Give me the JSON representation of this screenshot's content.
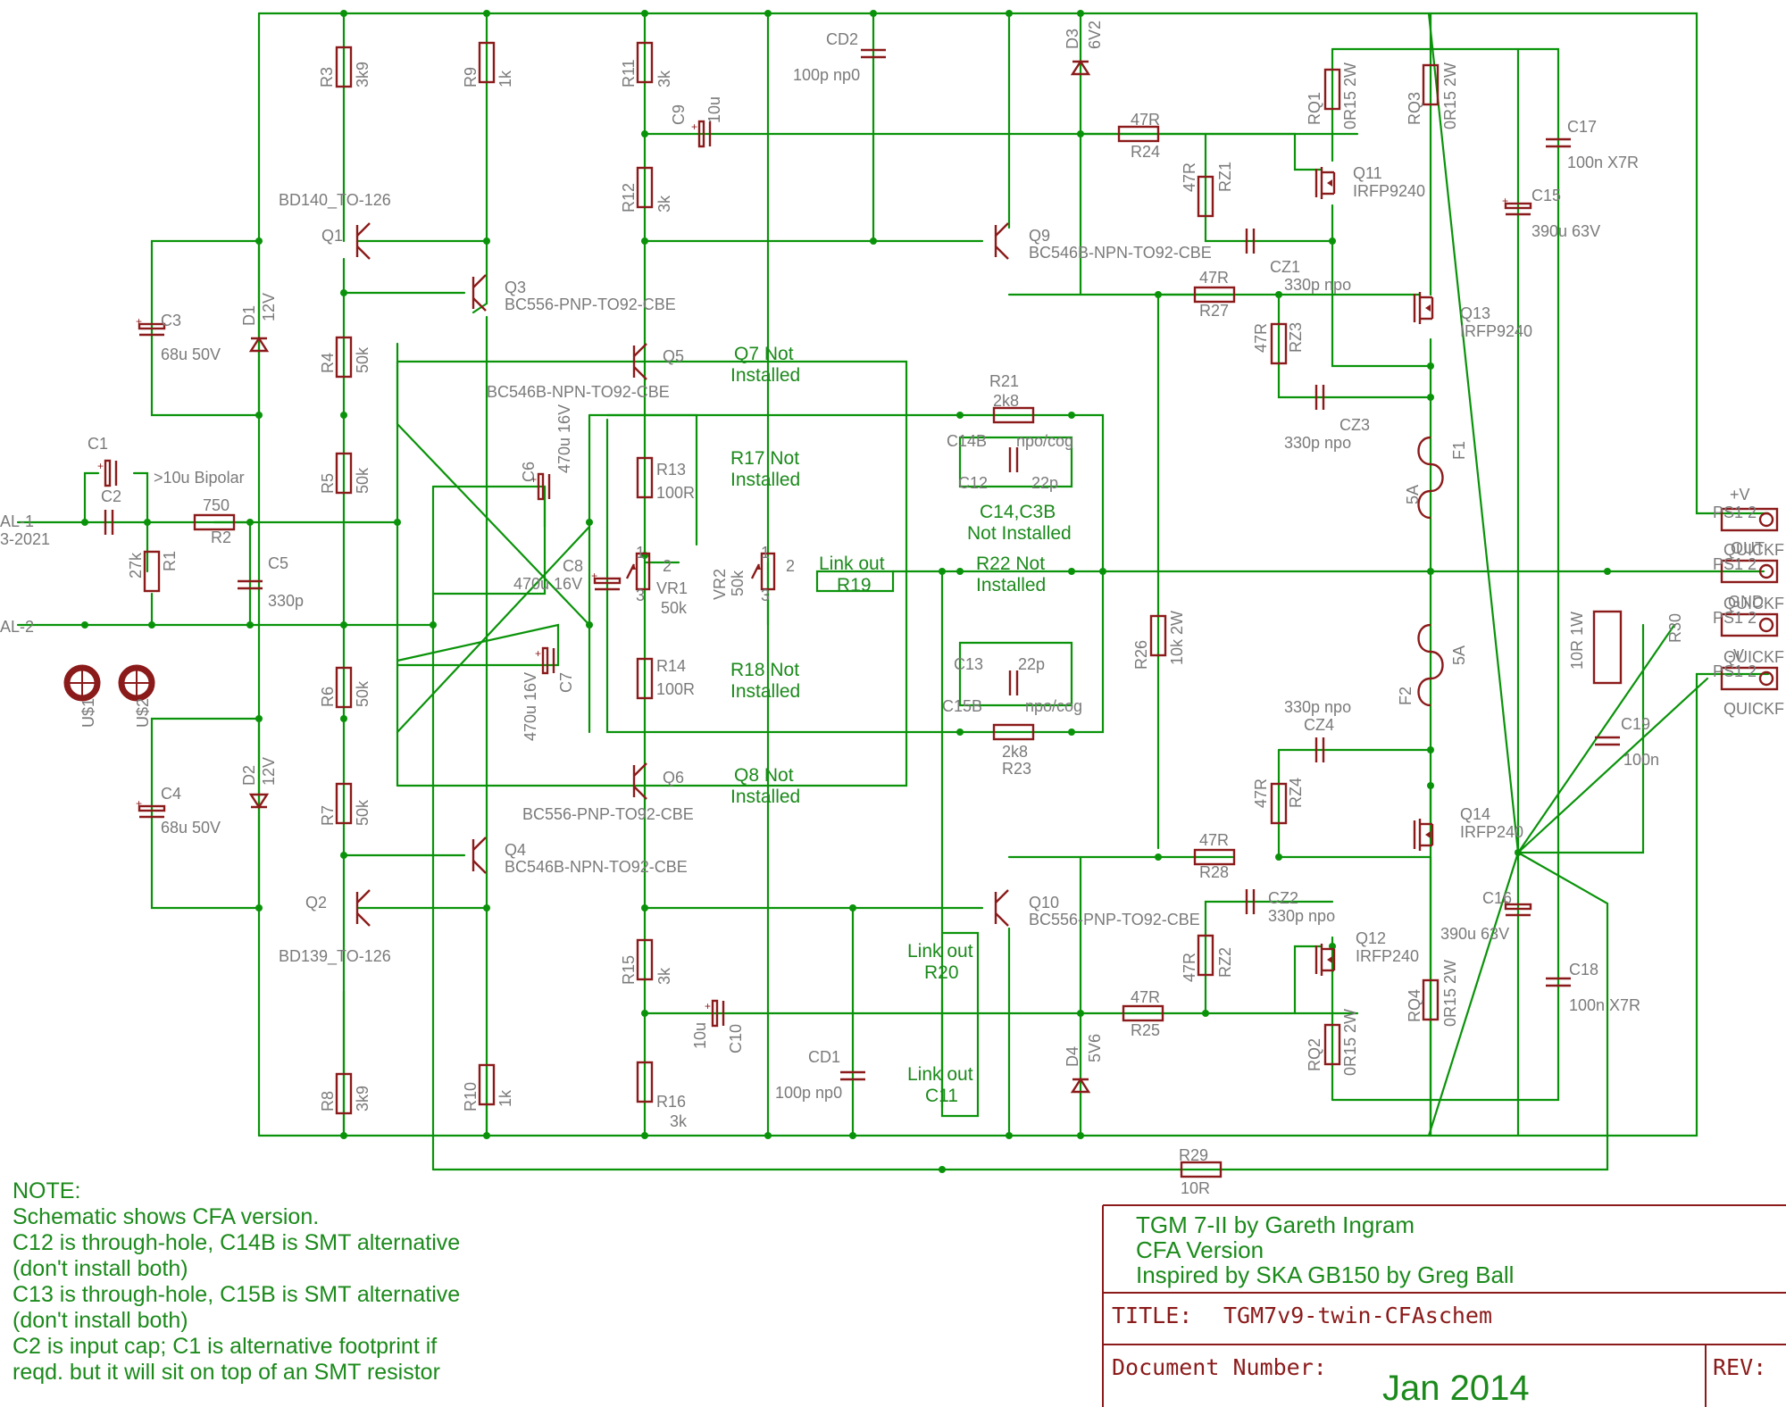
{
  "nets": {
    "in1": "AL-1",
    "in1b": "3-2021",
    "in2": "AL-2"
  },
  "input": {
    "c1": "C1",
    "c2": "C2",
    "c1_val": ">10u Bipolar",
    "r2": "R2",
    "r2_val": "750",
    "r1": "R1",
    "r1_val": "27k",
    "c5": "C5",
    "c5_val": "330p"
  },
  "mount": {
    "u1": "U$1",
    "u2": "U$2"
  },
  "left_stage": {
    "r3": "R3",
    "r3_val": "3k9",
    "r9": "R9",
    "r9_val": "1k",
    "q1": "Q1",
    "q1_type": "BD140_TO-126",
    "c3": "C3",
    "c3_val": "68u 50V",
    "d1": "D1",
    "d1_val": "12V",
    "q3": "Q3",
    "q3_type": "BC556-PNP-TO92-CBE",
    "r4": "R4",
    "r4_val": "50k",
    "r5": "R5",
    "r5_val": "50k",
    "r6": "R6",
    "r6_val": "50k",
    "r7": "R7",
    "r7_val": "50k",
    "c4": "C4",
    "c4_val": "68u 50V",
    "d2": "D2",
    "d2_val": "12V",
    "q4": "Q4",
    "q4_type": "BC546B-NPN-TO92-CBE",
    "q2": "Q2",
    "q2_type": "BD139_TO-126",
    "r8": "R8",
    "r8_val": "3k9",
    "r10": "R10",
    "r10_val": "1k"
  },
  "mid_stage": {
    "r11": "R11",
    "r11_val": "3k",
    "c9": "C9",
    "c9_val": "10u",
    "r12": "R12",
    "r12_val": "3k",
    "q5": "Q5",
    "q5_type": "BC546B-NPN-TO92-CBE",
    "c6": "C6",
    "c6_val": "470u 16V",
    "c8": "C8",
    "c8_val": "470u 16V",
    "c7": "C7",
    "c7_val": "470u 16V",
    "r13": "R13",
    "r13_val": "100R",
    "r14": "R14",
    "r14_val": "100R",
    "vr1": "VR1",
    "vr1_val": "50k",
    "vr2": "VR2",
    "vr2_val": "50k",
    "q6": "Q6",
    "q6_type": "BC556-PNP-TO92-CBE",
    "r15": "R15",
    "r15_val": "3k",
    "c10": "C10",
    "c10_val": "10u",
    "r16": "R16",
    "r16_val": "3k",
    "pin1": "1",
    "pin2": "2",
    "pin3": "3"
  },
  "green_notes": {
    "q7": [
      "Q7 Not",
      "Installed"
    ],
    "r17": [
      "R17 Not",
      "Installed"
    ],
    "r18": [
      "R18 Not",
      "Installed"
    ],
    "q8": [
      "Q8 Not",
      "Installed"
    ],
    "r19": [
      "Link out",
      "R19"
    ],
    "r20": [
      "Link out",
      "R20"
    ],
    "c11": [
      "Link out",
      "C11"
    ],
    "c14": [
      "C14,C3B",
      "Not Installed"
    ],
    "r22": [
      "R22 Not",
      "Installed"
    ]
  },
  "feedback": {
    "cd2": "CD2",
    "cd2_val": "100p np0",
    "cd1": "CD1",
    "cd1_val": "100p np0",
    "r21": "R21",
    "r21_val": "2k8",
    "c14b": "C14B",
    "c14b_val": "npo/cog",
    "c12": "C12",
    "c12_val": "22p",
    "c13": "C13",
    "c13_val": "22p",
    "c15b": "C15B",
    "c15b_val": "npo/cog",
    "r23": "R23",
    "r23_val": "2k8",
    "q9": "Q9",
    "q9_type": "BC546B-NPN-TO92-CBE",
    "q10": "Q10",
    "q10_type": "BC556-PNP-TO92-CBE",
    "d3": "D3",
    "d3_val": "6V2",
    "d4": "D4",
    "d4_val": "5V6",
    "r26": "R26",
    "r26_val": "10k 2W",
    "r29": "R29",
    "r29_val": "10R"
  },
  "output": {
    "r24": "R24",
    "r24_val": "47R",
    "rz1": "RZ1",
    "rz1_val": "47R",
    "r27": "R27",
    "r27_val": "47R",
    "cz1": "CZ1",
    "cz1_val": "330p npo",
    "rz3": "RZ3",
    "rz3_val": "47R",
    "cz3": "CZ3",
    "cz3_val": "330p npo",
    "rq1": "RQ1",
    "rq1_val": "0R15 2W",
    "rq3": "RQ3",
    "rq3_val": "0R15 2W",
    "q11": "Q11",
    "q11_type": "IRFP9240",
    "q13": "Q13",
    "q13_type": "IRFP9240",
    "c17": "C17",
    "c17_val": "100n X7R",
    "c15": "C15",
    "c15_val": "390u 63V",
    "f1": "F1",
    "f1_val": "5A",
    "f2": "F2",
    "f2_val": "5A",
    "cz4": "CZ4",
    "cz4_val": "330p npo",
    "rz4": "RZ4",
    "rz4_val": "47R",
    "r28": "R28",
    "r28_val": "47R",
    "q14": "Q14",
    "q14_type": "IRFP240",
    "cz2": "CZ2",
    "cz2_val": "330p npo",
    "rz2": "RZ2",
    "rz2_val": "47R",
    "q12": "Q12",
    "q12_type": "IRFP240",
    "r25": "R25",
    "r25_val": "47R",
    "rq4": "RQ4",
    "rq4_val": "0R15 2W",
    "rq2": "RQ2",
    "rq2_val": "0R15 2W",
    "c16": "C16",
    "c16_val": "390u 63V",
    "c18": "C18",
    "c18_val": "100n X7R",
    "r30": "R30",
    "r30_val": "10R 1W",
    "c19": "C19",
    "c19_val": "100n"
  },
  "connectors": {
    "pv": "+V",
    "out": "OUT",
    "gnd": "GND",
    "nv": "-V",
    "quick": "QUICKF",
    "ps": "PS1 2"
  },
  "note": {
    "lines": [
      "NOTE:",
      "Schematic shows CFA version.",
      "C12 is through-hole, C14B is SMT alternative",
      "(don't install both)",
      "C13 is through-hole, C15B is SMT alternative",
      "(don't install both)",
      "C2 is input cap; C1 is alternative footprint if",
      "reqd. but it will sit on top of an SMT resistor"
    ]
  },
  "titleblock": {
    "line1": "TGM 7-II  by Gareth Ingram",
    "line2": "CFA Version",
    "line3": "Inspired by SKA GB150 by Greg Ball",
    "title_label": "TITLE:",
    "title": "TGM7v9-twin-CFAschem",
    "docnum_label": "Document Number:",
    "date": "Jan 2014",
    "rev_label": "REV:"
  },
  "colors": {
    "wire": "#0a930a",
    "part": "#8b1a1a",
    "label": "#7a7a7a",
    "note": "#1b8a1b"
  }
}
